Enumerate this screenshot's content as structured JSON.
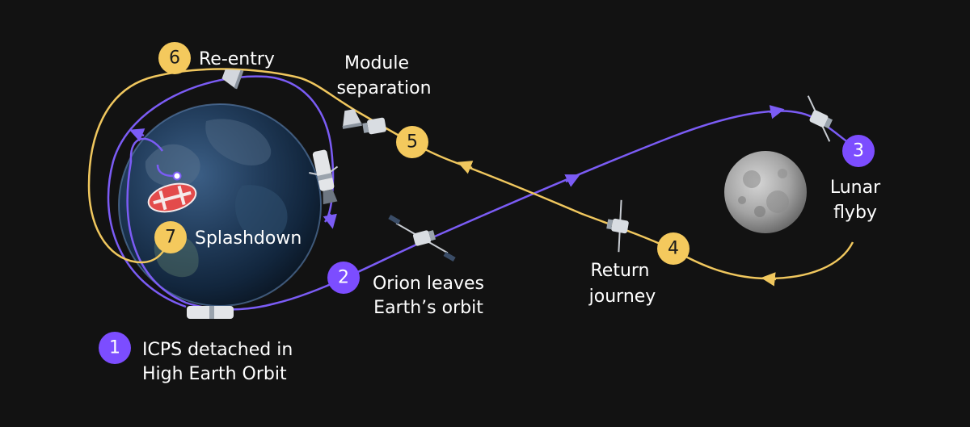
{
  "colors": {
    "background": "#121212",
    "outbound_path": "#7b5cf5",
    "return_path": "#f0c75e",
    "outbound_badge": "#7c4dff",
    "return_badge": "#f4c95d"
  },
  "steps": [
    {
      "number": "1",
      "line1": "ICPS detached in",
      "line2": "High Earth Orbit",
      "leg": "outbound"
    },
    {
      "number": "2",
      "line1": "Orion leaves",
      "line2": "Earth’s orbit",
      "leg": "outbound"
    },
    {
      "number": "3",
      "line1": "Lunar",
      "line2": "flyby",
      "leg": "outbound"
    },
    {
      "number": "4",
      "line1": "Return",
      "line2": "journey",
      "leg": "return"
    },
    {
      "number": "5",
      "line1": "Module",
      "line2": "separation",
      "leg": "return"
    },
    {
      "number": "6",
      "line1": "Re-entry",
      "line2": "",
      "leg": "return"
    },
    {
      "number": "7",
      "line1": "Splashdown",
      "line2": "",
      "leg": "return"
    }
  ],
  "icons": {
    "earth": "earth-globe-icon",
    "moon": "moon-icon",
    "spacecraft": "orion-spacecraft-icon",
    "capsule": "crew-capsule-icon",
    "parachute": "parachute-icon",
    "rocket": "rocket-stage-icon"
  }
}
